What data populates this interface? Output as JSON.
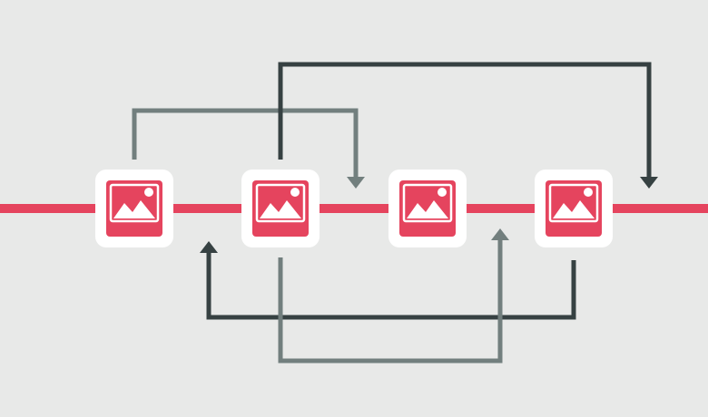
{
  "colors": {
    "background": "#E8E9E8",
    "timeline": "#E5445E",
    "card": "#FFFFFF",
    "image_icon": "#E5445E",
    "image_icon_detail": "#FFFFFF",
    "arrow_dark": "#364142",
    "arrow_gray": "#727F7E"
  },
  "nodes": [
    {
      "id": "image-1",
      "icon": "image-icon"
    },
    {
      "id": "image-2",
      "icon": "image-icon"
    },
    {
      "id": "image-3",
      "icon": "image-icon"
    },
    {
      "id": "image-4",
      "icon": "image-icon"
    }
  ],
  "connections": [
    {
      "id": "arrow-image-1-to-image-3",
      "from": "image-1",
      "to": "image-3",
      "side": "top",
      "color": "arrow_gray"
    },
    {
      "id": "arrow-image-2-to-image-4",
      "from": "image-2",
      "to": "image-4",
      "side": "top",
      "color": "arrow_dark"
    },
    {
      "id": "arrow-image-4-to-image-2",
      "from": "image-4",
      "to": "image-2",
      "side": "bottom",
      "color": "arrow_dark"
    },
    {
      "id": "arrow-image-2-to-image-3",
      "from": "image-2",
      "to": "image-3",
      "side": "bottom",
      "color": "arrow_gray"
    }
  ]
}
